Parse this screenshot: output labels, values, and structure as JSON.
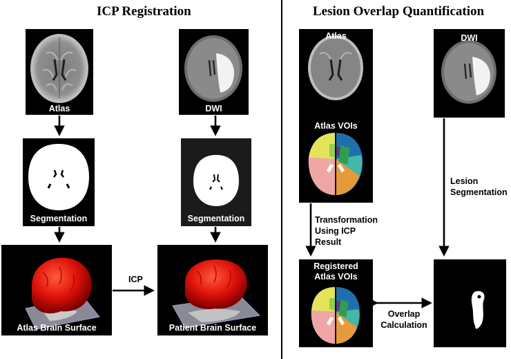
{
  "left": {
    "title": "ICP Registration",
    "atlas_label": "Atlas",
    "dwi_label": "DWI",
    "atlas_seg_label": "Segmentation",
    "dwi_seg_label": "Segmentation",
    "atlas_surface_label": "Atlas Brain Surface",
    "patient_surface_label": "Patient Brain Surface",
    "icp_label": "ICP"
  },
  "right": {
    "title": "Lesion Overlap Quantification",
    "atlas_label": "Atlas",
    "atlas_vois_label": "Atlas VOIs",
    "dwi_label": "DWI",
    "transformation_label": [
      "Transformation",
      "Using ICP",
      "Result"
    ],
    "lesion_seg_label": [
      "Lesion",
      "Segmentation"
    ],
    "registered_label": [
      "Registered",
      "Atlas VOIs"
    ],
    "overlap_label": [
      "Overlap",
      "Calculation"
    ]
  },
  "colors": {
    "surface_red": "#e0120a",
    "voi_yellow": "#e4e35a",
    "voi_green": "#2f9d4e",
    "voi_blue": "#1f6fae",
    "voi_pink": "#f0a6a4",
    "voi_teal": "#46b6a6",
    "voi_orange": "#e59a3c",
    "voi_purple": "#5a3c86",
    "voi_lightgreen": "#8fd14f"
  }
}
